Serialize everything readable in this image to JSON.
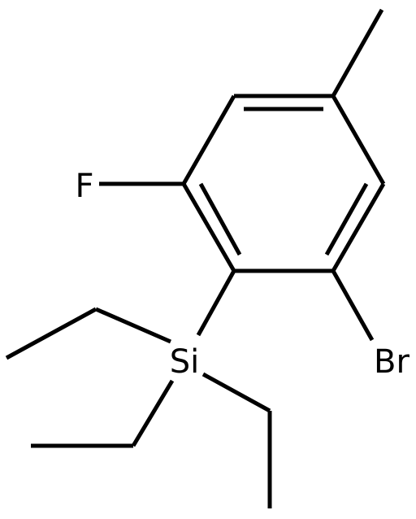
{
  "molecule": {
    "atoms": {
      "fluorine": "F",
      "silicon": "Si",
      "bromine": "Br"
    },
    "colors": {
      "bond": "#000000",
      "label": "#000000",
      "background": "#ffffff"
    }
  }
}
